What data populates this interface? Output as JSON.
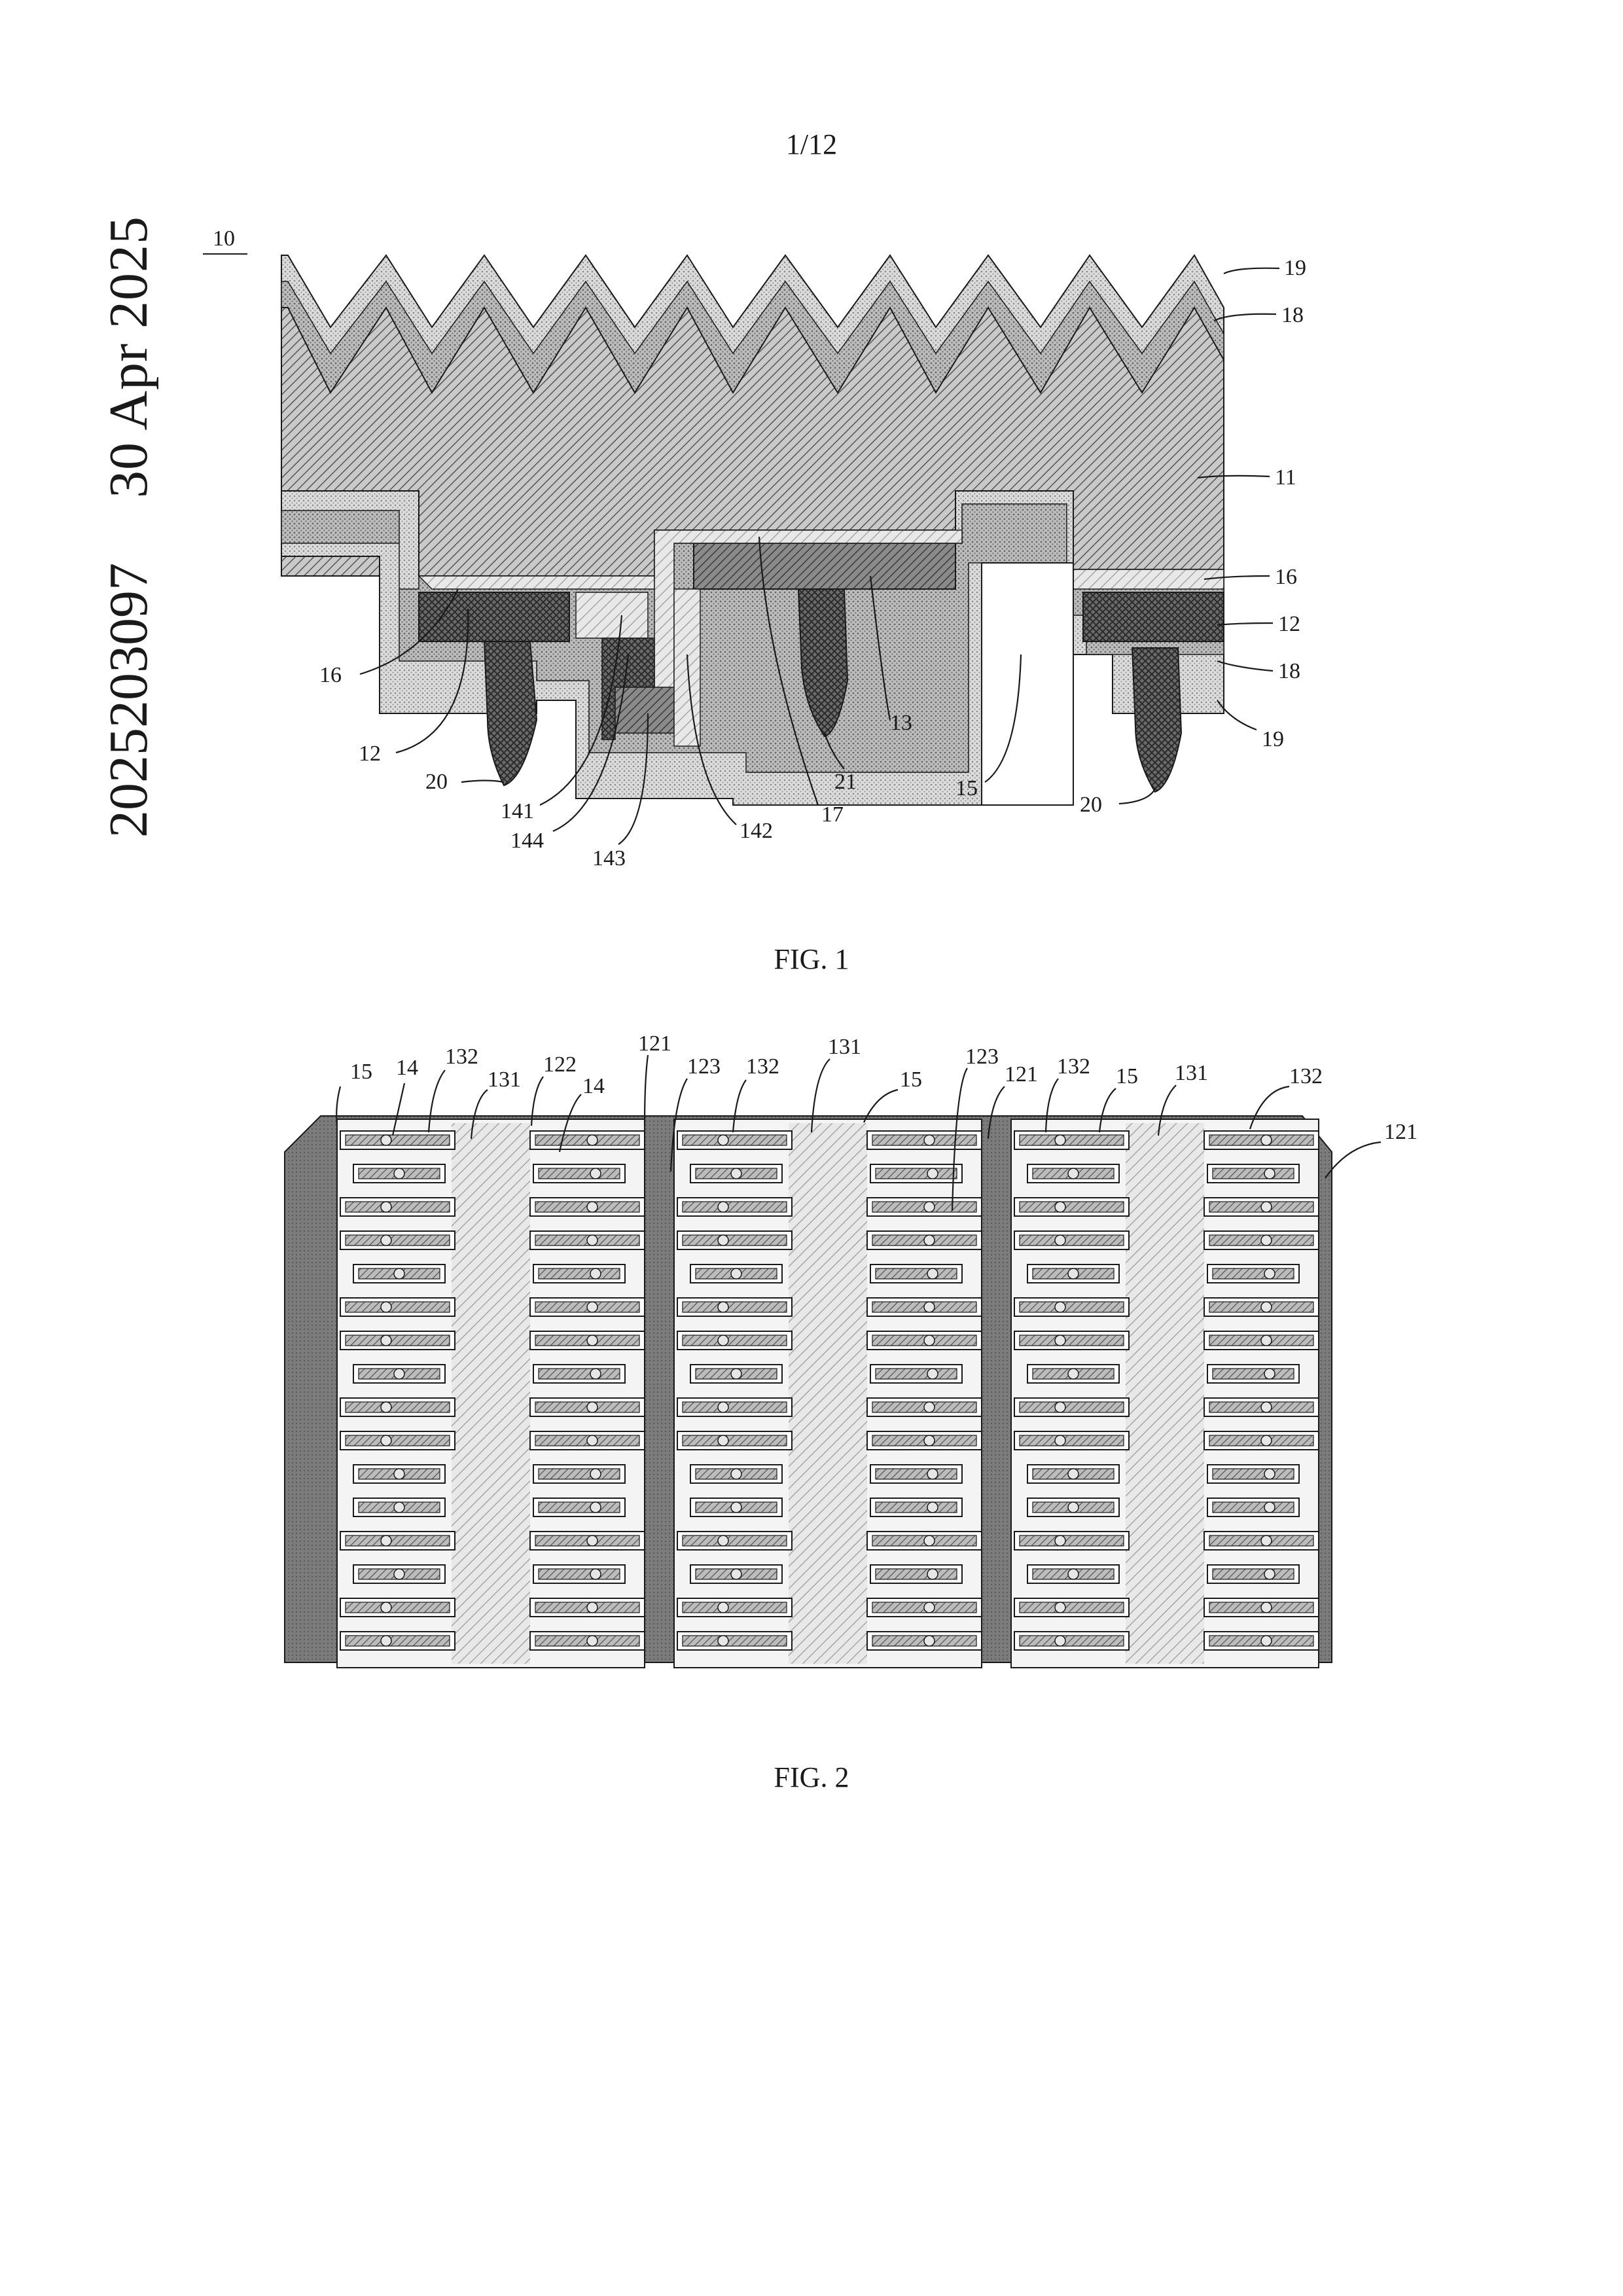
{
  "page": {
    "number": "1/12",
    "side_date": "30 Apr 2025",
    "side_number": "2025203097"
  },
  "fig1": {
    "caption": "FIG. 1",
    "device_ref": "10",
    "labels": {
      "l19a": "19",
      "l18a": "18",
      "l11": "11",
      "l16r": "16",
      "l12r": "12",
      "l18b": "18",
      "l19b": "19",
      "l20r": "20",
      "l15": "15",
      "l21": "21",
      "l13": "13",
      "l17": "17",
      "l142": "142",
      "l143": "143",
      "l144": "144",
      "l141": "141",
      "l20l": "20",
      "l12l": "12",
      "l16l": "16"
    }
  },
  "fig2": {
    "caption": "FIG. 2",
    "labels": {
      "a15": "15",
      "a14": "14",
      "a132": "132",
      "a131": "131",
      "a122": "122",
      "a14b": "14",
      "a121": "121",
      "a123": "123",
      "a132b": "132",
      "a131b": "131",
      "a15b": "15",
      "a123b": "123",
      "a121b": "121",
      "a132c": "132",
      "a15c": "15",
      "a131c": "131",
      "a132d": "132",
      "a121c": "121"
    }
  },
  "colors": {
    "dark_fill": "#7a7a7a",
    "mid_hatch": "#a8a8a8",
    "light_dot": "#d6d6d6",
    "line": "#1a1a1a"
  }
}
